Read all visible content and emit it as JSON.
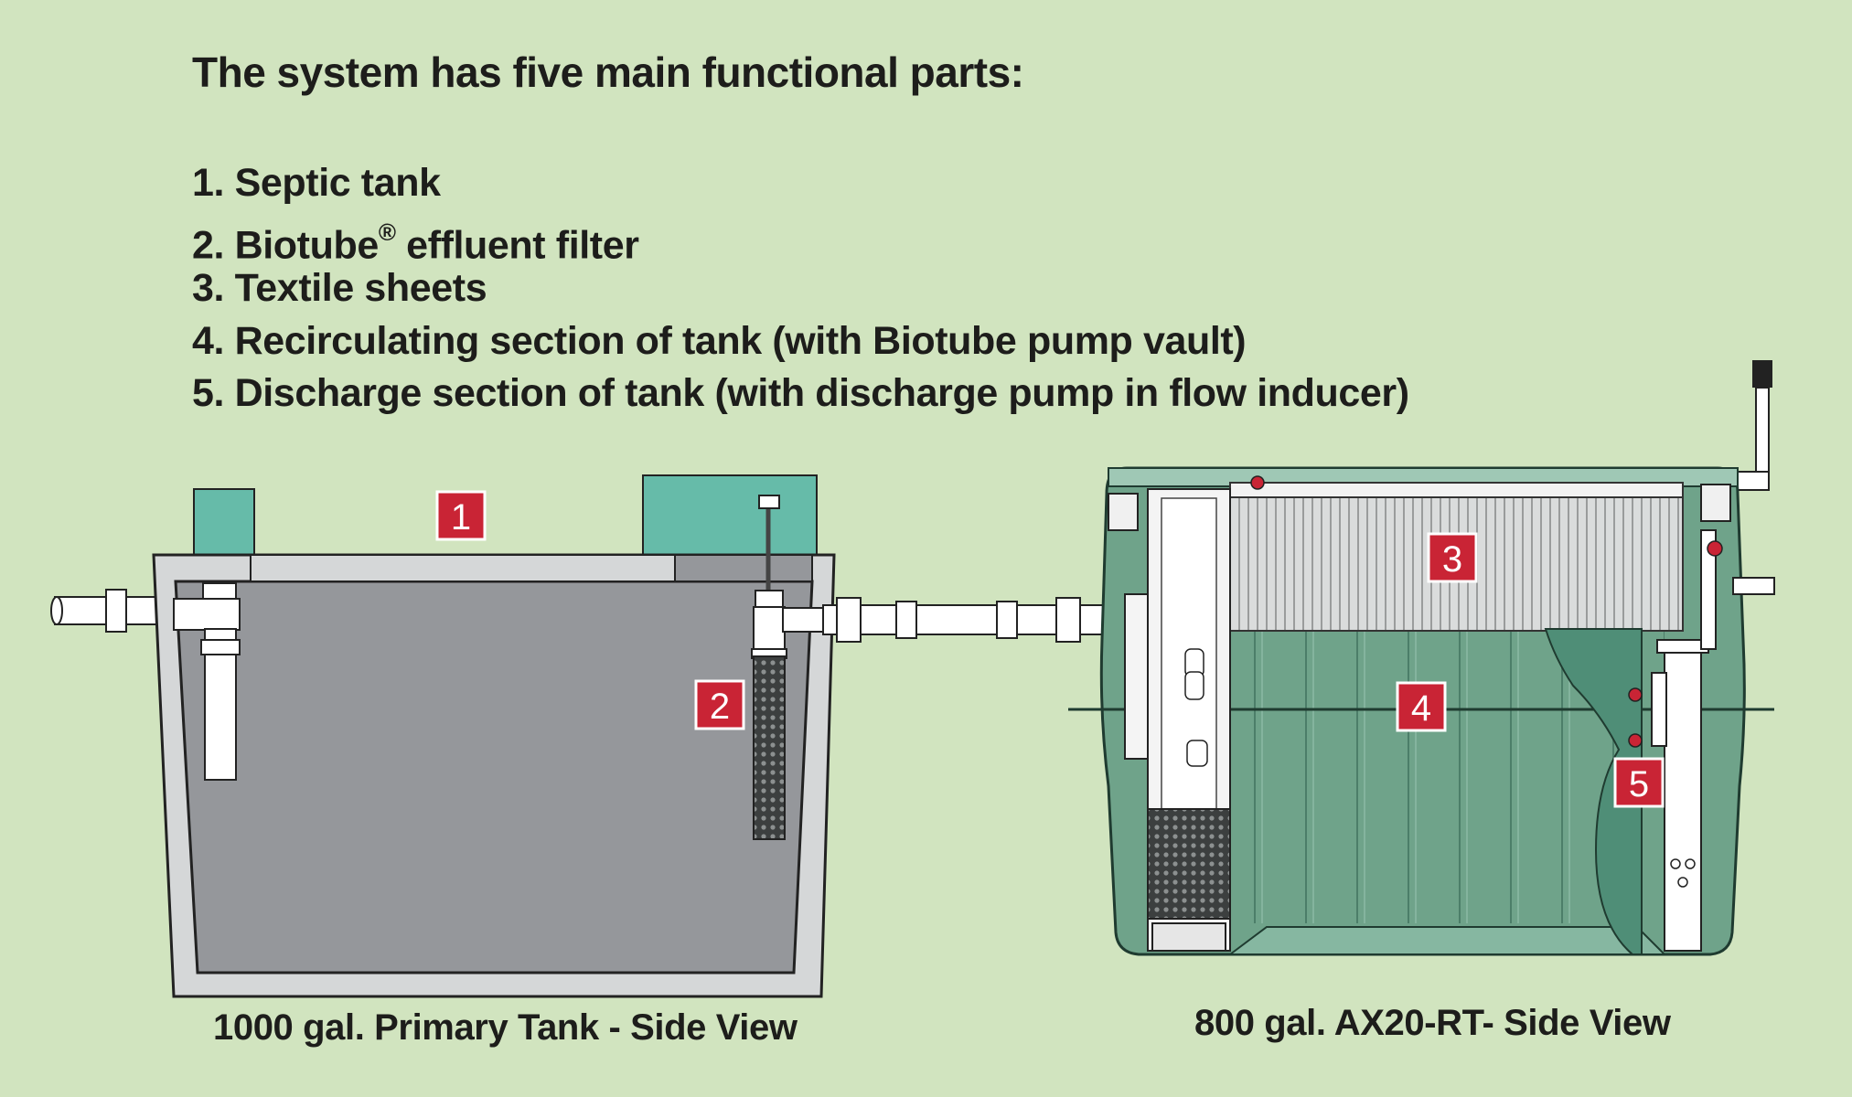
{
  "heading": "The system has five main functional parts:",
  "parts": [
    {
      "number": "1.",
      "text": "Septic tank"
    },
    {
      "number": "2.",
      "text": "Biotube",
      "mark": "®",
      "after": " effluent filter"
    },
    {
      "number": "3.",
      "text": "Textile sheets"
    },
    {
      "number": "4.",
      "text": "Recirculating section of tank (with Biotube pump vault)"
    },
    {
      "number": "5.",
      "text": "Discharge section of tank (with discharge pump in flow inducer)"
    }
  ],
  "callouts": [
    "1",
    "2",
    "3",
    "4",
    "5"
  ],
  "captions": {
    "primary_tank": "1000 gal. Primary Tank - Side View",
    "ax20_tank": "800 gal. AX20-RT- Side View"
  },
  "colors": {
    "background": "#d1e4bf",
    "tank_fill": "#95979b",
    "concrete": "#d5d7d8",
    "riser": "#66bba9",
    "ax_tank": "#6fa38a",
    "callout": "#c92435",
    "pipe": "#ffffff"
  }
}
